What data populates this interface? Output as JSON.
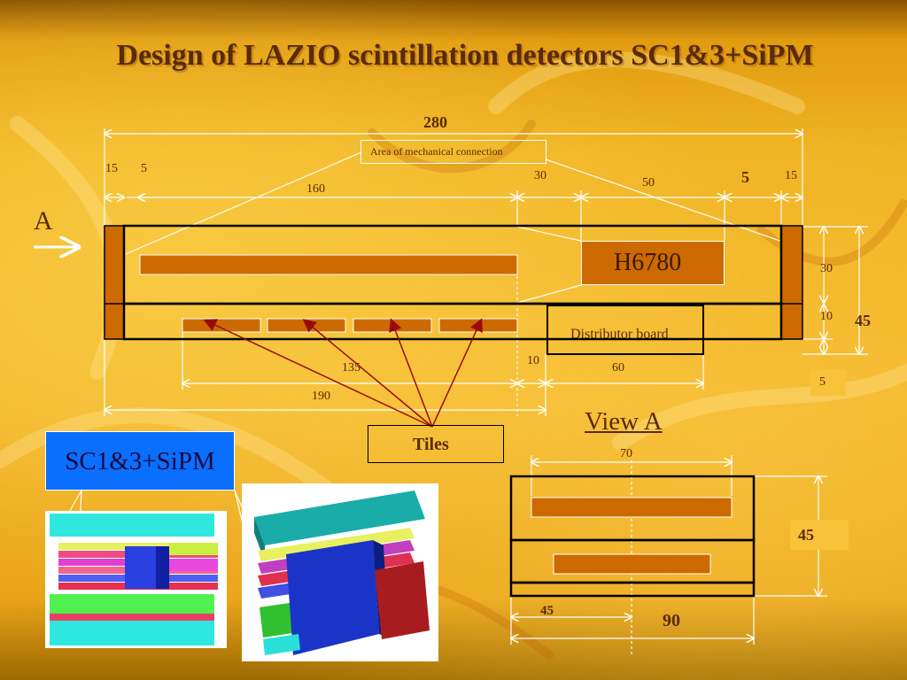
{
  "title": "Design of LAZIO scintillation detectors SC1&3+SiPM",
  "view_label_a": "A",
  "callouts": {
    "mechanical_connection": "Area of mechanical connection",
    "h6780": "H6780",
    "distributor_board": "Distributor board",
    "tiles": "Tiles",
    "view_a": "View A",
    "sc13_sipm": "SC1&3+SiPM"
  },
  "dimensions": {
    "total_length": "280",
    "d15_left": "15",
    "d5_left": "5",
    "d160": "160",
    "d30_top": "30",
    "d50": "50",
    "d5_right": "5",
    "d15_right": "15",
    "d30_side": "30",
    "d10_side": "10",
    "d45_side": "45",
    "d5_bottom": "5",
    "d135": "135",
    "d10_mid": "10",
    "d60": "60",
    "d190": "190",
    "view_a_70": "70",
    "view_a_45_height": "45",
    "view_a_45_width": "45",
    "view_a_90": "90"
  },
  "colors": {
    "tile_orange": "#cc6a00",
    "label_blue": "#0a6eff",
    "text_brown": "#5a2a0a"
  }
}
